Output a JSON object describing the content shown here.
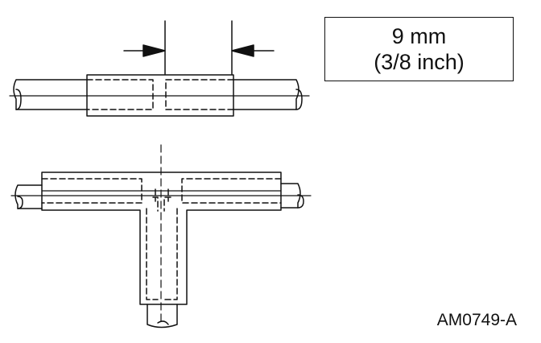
{
  "callout": {
    "metric": "9 mm",
    "imperial": "(3/8 inch)"
  },
  "figure_code": "AM0749-A",
  "colors": {
    "ink": "#111111",
    "background": "#ffffff"
  }
}
